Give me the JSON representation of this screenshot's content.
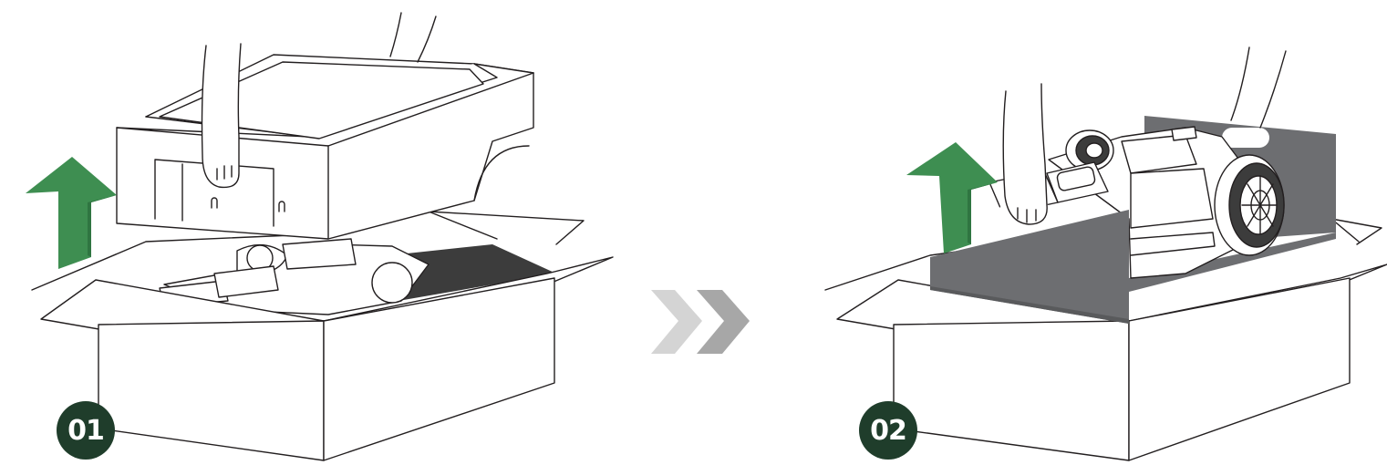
{
  "steps": [
    {
      "number": "01",
      "action": "lift-foam-cover"
    },
    {
      "number": "02",
      "action": "lift-mower-with-cardboard-tray"
    }
  ],
  "colors": {
    "arrow_green": "#3e8e51",
    "arrow_green_dark": "#2f7541",
    "badge_fill": "#1f3d2b",
    "tray_grey": "#6d6e71",
    "chevron_light": "#d4d4d4",
    "chevron_dark": "#a7a7a7",
    "outline": "#231f20"
  },
  "icons": [
    "up-arrow-icon",
    "double-chevron-right-icon"
  ]
}
